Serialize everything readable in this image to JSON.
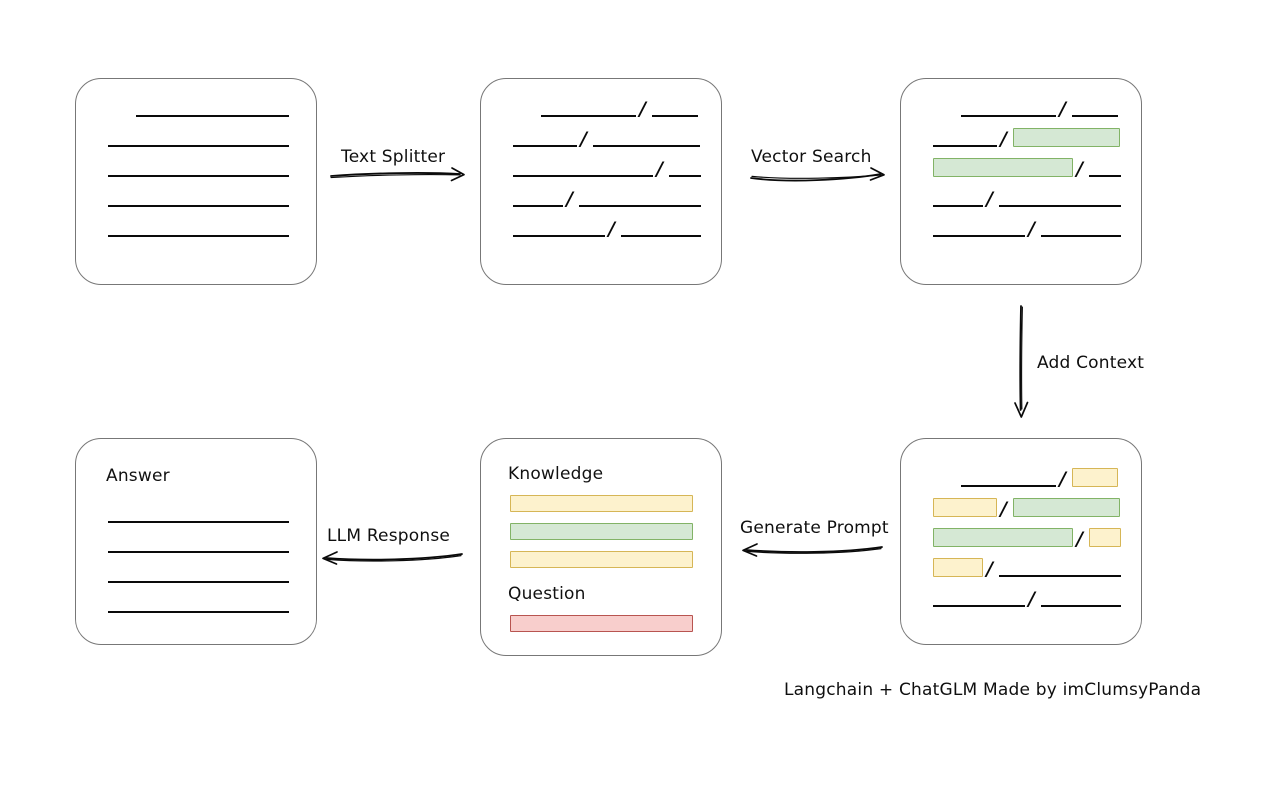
{
  "diagram": {
    "caption": "Langchain + ChatGLM Made by imClumsyPanda",
    "colors": {
      "box_border": "#777777",
      "line": "#0a0a0a",
      "green_fill": "#d5e8d4",
      "green_border": "#82b366",
      "yellow_fill": "#fdf2cd",
      "yellow_border": "#d6b656",
      "red_fill": "#f8cecc",
      "red_border": "#b85450",
      "text": "#0f0f0f"
    },
    "arrows": [
      {
        "id": "text-splitter",
        "label": "Text Splitter",
        "direction": "right"
      },
      {
        "id": "vector-search",
        "label": "Vector Search",
        "direction": "right"
      },
      {
        "id": "add-context",
        "label": "Add Context",
        "direction": "down"
      },
      {
        "id": "generate-prompt",
        "label": "Generate Prompt",
        "direction": "left"
      },
      {
        "id": "llm-response",
        "label": "LLM Response",
        "direction": "left"
      }
    ],
    "boxes": {
      "source_document": {
        "id": "source-document",
        "title": "",
        "lines": [
          {
            "indent": true,
            "segments": [
              {
                "width": 153,
                "style": "line"
              }
            ]
          },
          {
            "indent": false,
            "segments": [
              {
                "width": 181,
                "style": "line"
              }
            ]
          },
          {
            "indent": false,
            "segments": [
              {
                "width": 181,
                "style": "line"
              }
            ]
          },
          {
            "indent": false,
            "segments": [
              {
                "width": 181,
                "style": "line"
              }
            ]
          },
          {
            "indent": false,
            "segments": [
              {
                "width": 181,
                "style": "line"
              }
            ]
          }
        ]
      },
      "split_chunks": {
        "id": "split-chunks",
        "title": "",
        "lines": [
          {
            "indent": true,
            "segments": [
              {
                "width": 95,
                "style": "line"
              },
              {
                "width": 46,
                "style": "line"
              }
            ]
          },
          {
            "indent": false,
            "segments": [
              {
                "width": 64,
                "style": "line"
              },
              {
                "width": 107,
                "style": "line"
              }
            ]
          },
          {
            "indent": false,
            "segments": [
              {
                "width": 140,
                "style": "line"
              },
              {
                "width": 32,
                "style": "line"
              }
            ]
          },
          {
            "indent": false,
            "segments": [
              {
                "width": 50,
                "style": "line"
              },
              {
                "width": 122,
                "style": "line"
              }
            ]
          },
          {
            "indent": false,
            "segments": [
              {
                "width": 92,
                "style": "line"
              },
              {
                "width": 80,
                "style": "line"
              }
            ]
          }
        ]
      },
      "matched_chunks": {
        "id": "matched-chunks",
        "title": "",
        "lines": [
          {
            "indent": true,
            "segments": [
              {
                "width": 95,
                "style": "line"
              },
              {
                "width": 46,
                "style": "line"
              }
            ]
          },
          {
            "indent": false,
            "segments": [
              {
                "width": 64,
                "style": "line"
              },
              {
                "width": 107,
                "style": "green"
              }
            ]
          },
          {
            "indent": false,
            "segments": [
              {
                "width": 140,
                "style": "green"
              },
              {
                "width": 32,
                "style": "line"
              }
            ]
          },
          {
            "indent": false,
            "segments": [
              {
                "width": 50,
                "style": "line"
              },
              {
                "width": 122,
                "style": "line"
              }
            ]
          },
          {
            "indent": false,
            "segments": [
              {
                "width": 92,
                "style": "line"
              },
              {
                "width": 80,
                "style": "line"
              }
            ]
          }
        ]
      },
      "context_chunks": {
        "id": "context-chunks",
        "title": "",
        "lines": [
          {
            "indent": true,
            "segments": [
              {
                "width": 95,
                "style": "line"
              },
              {
                "width": 46,
                "style": "yellow"
              }
            ]
          },
          {
            "indent": false,
            "segments": [
              {
                "width": 64,
                "style": "yellow"
              },
              {
                "width": 107,
                "style": "green"
              }
            ]
          },
          {
            "indent": false,
            "segments": [
              {
                "width": 140,
                "style": "green"
              },
              {
                "width": 32,
                "style": "yellow"
              }
            ]
          },
          {
            "indent": false,
            "segments": [
              {
                "width": 50,
                "style": "yellow"
              },
              {
                "width": 122,
                "style": "line"
              }
            ]
          },
          {
            "indent": false,
            "segments": [
              {
                "width": 92,
                "style": "line"
              },
              {
                "width": 80,
                "style": "line"
              }
            ]
          }
        ]
      },
      "prompt": {
        "id": "prompt-box",
        "knowledge_label": "Knowledge",
        "question_label": "Question",
        "knowledge_bars": [
          {
            "style": "yellow",
            "width": 183
          },
          {
            "style": "green",
            "width": 183
          },
          {
            "style": "yellow",
            "width": 183
          }
        ],
        "question_bars": [
          {
            "style": "red",
            "width": 183
          }
        ]
      },
      "answer": {
        "id": "answer-box",
        "title": "Answer",
        "lines": [
          {
            "indent": false,
            "segments": [
              {
                "width": 181,
                "style": "line"
              }
            ]
          },
          {
            "indent": false,
            "segments": [
              {
                "width": 181,
                "style": "line"
              }
            ]
          },
          {
            "indent": false,
            "segments": [
              {
                "width": 181,
                "style": "line"
              }
            ]
          },
          {
            "indent": false,
            "segments": [
              {
                "width": 181,
                "style": "line"
              }
            ]
          }
        ]
      }
    }
  }
}
